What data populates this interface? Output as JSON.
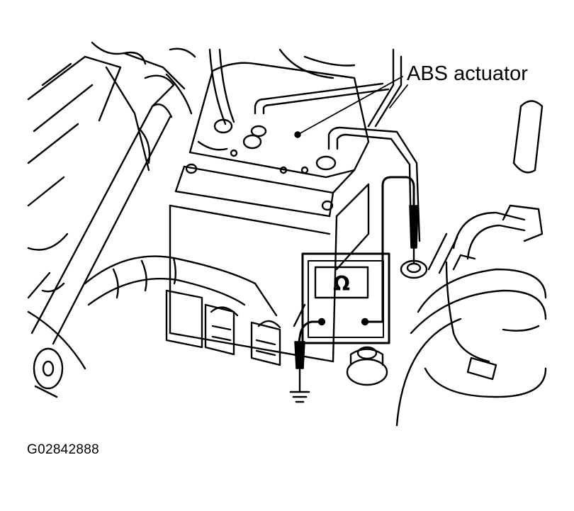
{
  "diagram": {
    "callout": "ABS actuator",
    "meter_symbol": "Ω",
    "figure_id": "G02842888"
  },
  "icons": {
    "ohmmeter": "ohmmeter-icon",
    "ground": "ground-symbol-icon"
  }
}
